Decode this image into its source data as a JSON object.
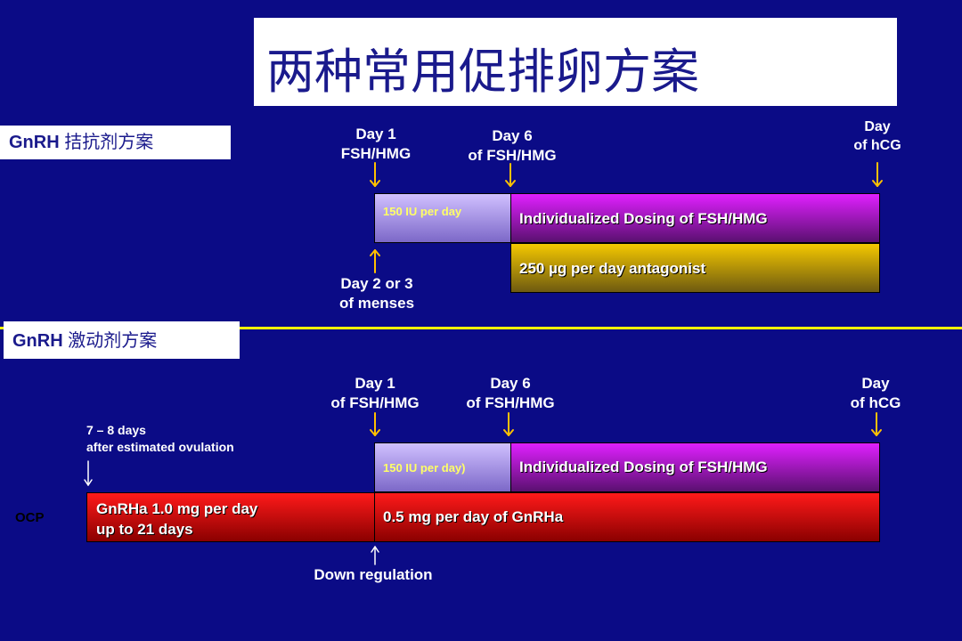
{
  "title": "两种常用促排卵方案",
  "colors": {
    "background": "#0b0b86",
    "divider": "#ffff00",
    "arrow": "#ffc000"
  },
  "antagonist": {
    "label_prefix": "GnRH",
    "label_suffix": "拮抗剂方案",
    "day1_line1": "Day 1",
    "day1_line2": "FSH/HMG",
    "day6_line1": "Day 6",
    "day6_line2": "of  FSH/HMG",
    "hcg_line1": "Day",
    "hcg_line2": "of hCG",
    "bar_low_dose": "150 IU per day",
    "bar_individualized": "Individualized Dosing of FSH/HMG",
    "bar_antagonist": "250 µg per day antagonist",
    "start_line1": "Day 2 or 3",
    "start_line2": "of menses"
  },
  "agonist": {
    "label_prefix": "GnRH",
    "label_suffix": "激动剂方案",
    "day1_line1": "Day 1",
    "day1_line2": "of FSH/HMG",
    "day6_line1": "Day 6",
    "day6_line2": "of  FSH/HMG",
    "hcg_line1": "Day",
    "hcg_line2": "of hCG",
    "ovulation_line1": "7 – 8 days",
    "ovulation_line2": "after estimated ovulation",
    "bar_low_dose": "150 IU per day)",
    "bar_individualized": "Individualized Dosing of FSH/HMG",
    "bar_gnrha_line1": "GnRHa 1.0 mg per day",
    "bar_gnrha_line2": "up to 21 days",
    "bar_gnrha_low": "0.5 mg per day of GnRHa",
    "ocp": "OCP",
    "down_regulation": "Down regulation"
  }
}
